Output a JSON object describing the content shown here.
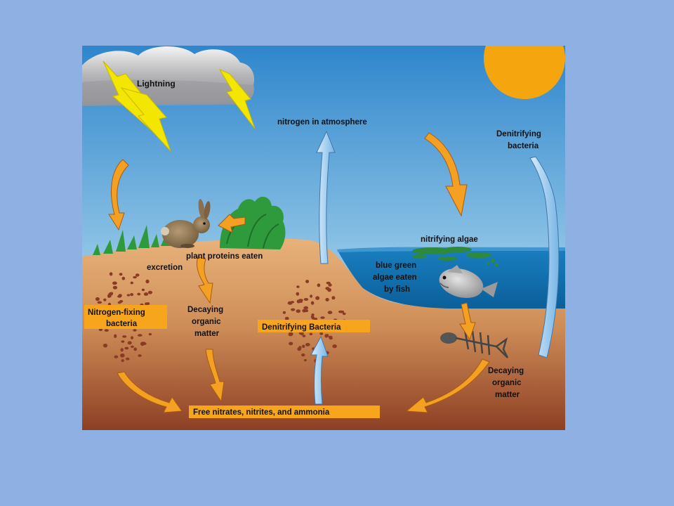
{
  "labels": {
    "lightning": "Lightning",
    "nitrogen_atmosphere": "nitrogen in atmosphere",
    "denitrifying_top_1": "Denitrifying",
    "denitrifying_top_2": "bacteria",
    "plant_proteins": "plant proteins eaten",
    "excretion": "excretion",
    "nitrifying_algae": "nitrifying algae",
    "blue_green_1": "blue green",
    "blue_green_2": "algae eaten",
    "blue_green_3": "by fish",
    "nitrogen_fixing_1": "Nitrogen-fixing",
    "nitrogen_fixing_2": "bacteria",
    "decaying_left_1": "Decaying",
    "decaying_left_2": "organic",
    "decaying_left_3": "matter",
    "denitrifying_bottom": "Denitrifying Bacteria",
    "decaying_right_1": "Decaying",
    "decaying_right_2": "organic",
    "decaying_right_3": "matter",
    "free_nitrates": "Free nitrates, nitrites, and ammonia"
  },
  "colors": {
    "page_background": "#8eb0e2",
    "sky_top": "#2f86cc",
    "sky_bottom": "#cde6f4",
    "soil_top": "#e8b27a",
    "soil_bottom": "#8d3f24",
    "water": "#0f6fae",
    "sun": "#f5a60e",
    "cloud": "#a9a9ac",
    "lightning": "#f3e600",
    "orange_arrow": "#f4a023",
    "blue_arrow": "#8fc6ee",
    "label_box": "#f6a51c",
    "plant": "#2e9a3c",
    "bacteria_dots": "#8a3a25"
  },
  "icons": [
    "cloud-icon",
    "sun-icon",
    "lightning-icon",
    "rabbit-icon",
    "plant-icon",
    "grass-icon",
    "fish-icon",
    "fish-skeleton-icon",
    "algae-icon"
  ]
}
